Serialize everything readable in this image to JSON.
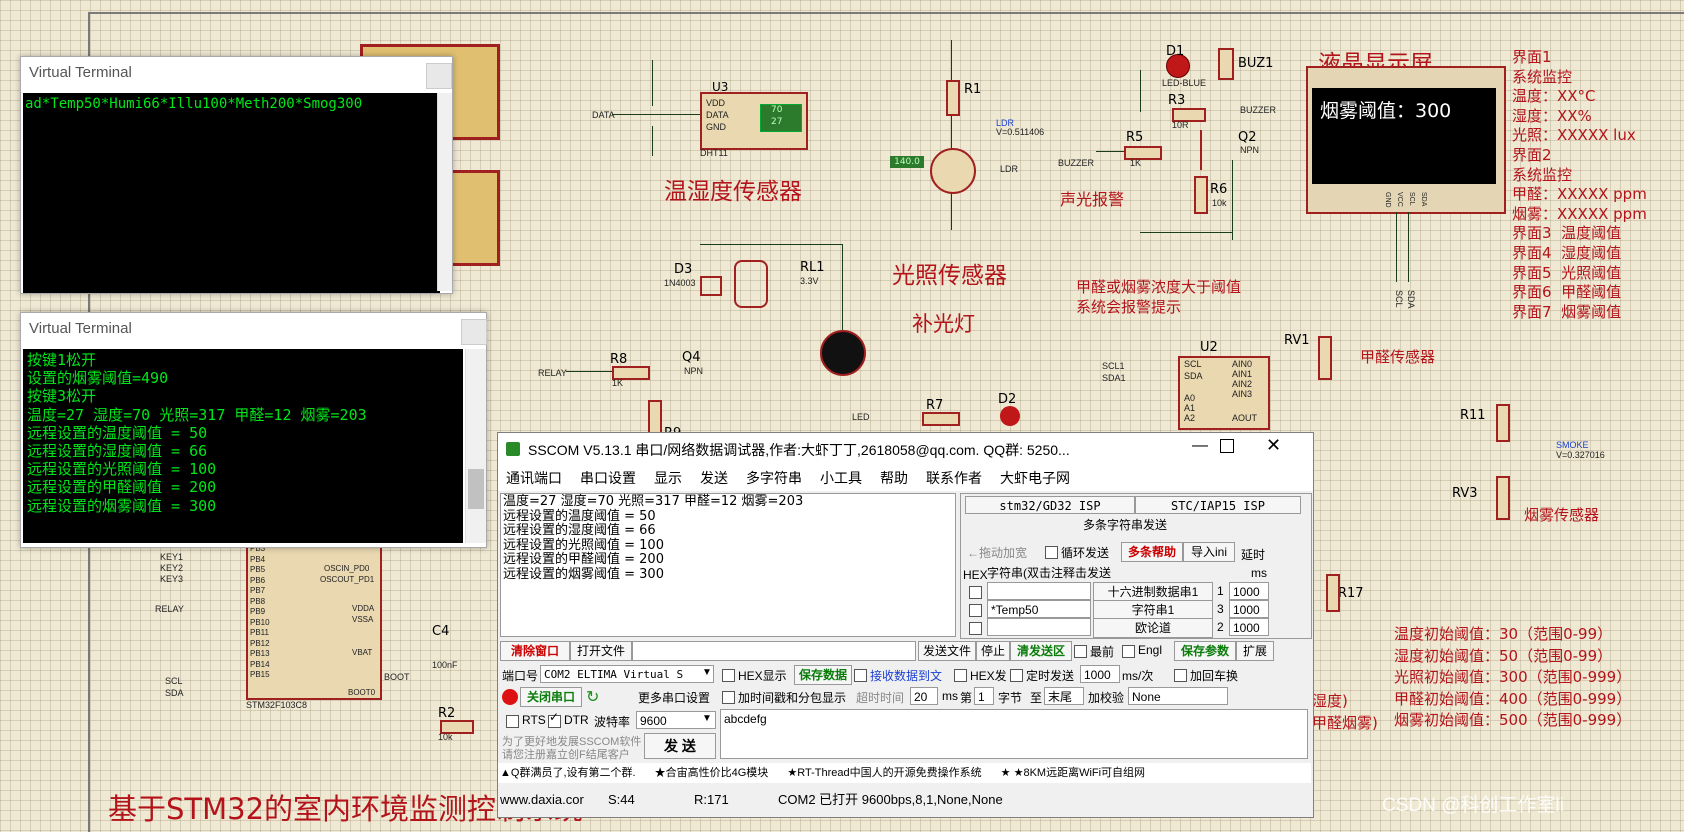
{
  "schematic": {
    "labels": {
      "temp_hum_sensor": "温湿度传感器",
      "light_sensor": "光照传感器",
      "fill_light": "补光灯",
      "lcd_title": "液晶显示屏",
      "alarm": "声光报警",
      "alarm_note_1": "甲醛或烟雾浓度大于阈值",
      "alarm_note_2": "系统会报警提示",
      "formaldehyde_sensor": "甲醛传感器",
      "smoke_sensor": "烟雾传感器",
      "bottom_title": "基于STM32的室内环境监测控制系统",
      "u3": "U3",
      "dht11": "DHT11",
      "dht_pins": [
        "VDD",
        "DATA",
        "GND"
      ],
      "data_label": "DATA",
      "dht_val_1": "70",
      "dht_val_2": "27",
      "r1": "R1",
      "ldr": "LDR",
      "ldr_v": "V=0.511406",
      "lux_val": "140.0",
      "d1": "D1",
      "led_blue": "LED-BLUE",
      "buz1": "BUZ1",
      "buzzer": "BUZZER",
      "buzzer_net": "BUZZER",
      "r3": "R3",
      "r3_val": "10R",
      "r5": "R5",
      "r5_val": "1K",
      "q2": "Q2",
      "npn": "NPN",
      "r6": "R6",
      "r6_val": "10k",
      "d3": "D3",
      "d3_part": "1N4003",
      "rl1": "RL1",
      "rl1_v": "3.3V",
      "r8": "R8",
      "r8_val": "1K",
      "relay_net": "RELAY",
      "q4": "Q4",
      "r9": "R9",
      "u2": "U2",
      "u2_pins": [
        "SCL",
        "SDA",
        "AIN0",
        "AIN1",
        "AIN2",
        "AIN3",
        "A0",
        "A1",
        "A2",
        "AOUT"
      ],
      "scl1": "SCL1",
      "sda1": "SDA1",
      "rv1": "RV1",
      "r7": "R7",
      "d2": "D2",
      "led_net": "LED",
      "r11": "R11",
      "rv3": "RV3",
      "smoke_net": "SMOKE",
      "smoke_v": "V=0.327016",
      "r17": "R17",
      "c4": "C4",
      "c4_val": "100nF",
      "r2": "R2",
      "r2_val": "10k",
      "mcu": "STM32F103C8",
      "mcu_pins_left": [
        "PB3",
        "PB4",
        "PB5",
        "PB6",
        "PB7",
        "PB8",
        "PB9",
        "PB10",
        "PB11",
        "PB12",
        "PB13",
        "PB14",
        "PB15"
      ],
      "mcu_pins_right": [
        "OSCIN_PD0",
        "OSCOUT_PD1",
        "VDDA",
        "VSSA",
        "VBAT",
        "BOOT0"
      ],
      "mcu_nets": [
        "KEY1",
        "KEY2",
        "KEY3",
        "RELAY",
        "SCL",
        "SDA"
      ],
      "boot": "BOOT",
      "lcd_pins": [
        "GND",
        "VCC",
        "SCL",
        "SDA"
      ],
      "lcd_nets": [
        "SCL",
        "SDA"
      ],
      "lcd_screen_text": "烟雾阈值：300",
      "menu_list": [
        "界面1",
        "系统监控",
        "温度：XX°C",
        "湿度：XX%",
        "光照：XXXXX lux",
        "界面2",
        "系统监控",
        "甲醛：XXXXX ppm",
        "烟雾：XXXXX ppm",
        "界面3  温度阈值",
        "界面4  湿度阈值",
        "界面5  光照阈值",
        "界面6  甲醛阈值",
        "界面7  烟雾阈值"
      ],
      "init_thresholds": [
        "温度初始阈值：30（范围0-99）",
        "湿度初始阈值：50（范围0-99）",
        "光照初始阈值：300（范围0-999）",
        "甲醛初始阈值：400（范围0-999）",
        "烟雾初始阈值：500（范围0-999）"
      ],
      "partial_1": "湿度)",
      "partial_2": "甲醛烟雾)",
      "watermark": "CSDN @科创工作室li"
    }
  },
  "vt1": {
    "title": "Virtual Terminal",
    "line": "ad*Temp50*Humi66*Illu100*Meth200*Smog300"
  },
  "vt2": {
    "title": "Virtual Terminal",
    "lines": [
      "按键1松开",
      "设置的烟雾阈值=490",
      "按键3松开",
      "温度=27 湿度=70 光照=317 甲醛=12 烟雾=203",
      "远程设置的温度阈值 = 50",
      "远程设置的湿度阈值 = 66",
      "远程设置的光照阈值 = 100",
      "远程设置的甲醛阈值 = 200",
      "远程设置的烟雾阈值 = 300"
    ]
  },
  "sscom": {
    "title": "SSCOM V5.13.1 串口/网络数据调试器,作者:大虾丁丁,2618058@qq.com. QQ群: 5250...",
    "menu": [
      "通讯端口",
      "串口设置",
      "显示",
      "发送",
      "多字符串",
      "小工具",
      "帮助",
      "联系作者",
      "大虾电子网"
    ],
    "receive_lines": [
      "温度=27 湿度=70 光照=317 甲醛=12 烟雾=203",
      "远程设置的温度阈值 = 50",
      "远程设置的湿度阈值 = 66",
      "远程设置的光照阈值 = 100",
      "远程设置的甲醛阈值 = 200",
      "远程设置的烟雾阈值 = 300"
    ],
    "tabs": [
      "stm32/GD32 ISP",
      "STC/IAP15 ISP"
    ],
    "multi_title": "多条字符串发送",
    "drag_hint": "←拖动加宽",
    "loop_send": "循环发送",
    "multi_help": "多条帮助",
    "import": "导入ini",
    "delay": "延时",
    "hex_col": "HEX",
    "str_col": "字符串(双击注释击发送",
    "ms": "ms",
    "hex_btn_1": "十六进制数据串1",
    "str_btn_1": "字符串1",
    "str_btn_3": "欧论道",
    "row_input": "*Temp50",
    "row_nums": [
      "1",
      "3",
      "2"
    ],
    "row_delays": [
      "1000",
      "1000",
      "1000"
    ],
    "clear_window": "清除窗口",
    "open_file": "打开文件",
    "send_file": "发送文件",
    "stop": "停止",
    "clear_send": "清发送区",
    "last": "最前",
    "engl": "Engl",
    "save_params": "保存参数",
    "expand": "扩展",
    "port_label": "端口号",
    "port_value": "COM2 ELTIMA Virtual S",
    "hex_show": "HEX显示",
    "save_data": "保存数据",
    "recv_to_file": "接收数据到文",
    "hex_send": "HEX发",
    "timed_send": "定时发送",
    "timed_val": "1000",
    "ms_per": "ms/次",
    "add_crlf": "加回车换",
    "more_ports": "更多串口设置",
    "close_port": "关闭串口",
    "add_timestamp": "加时间戳和分包显示",
    "timeout": "超时时间",
    "timeout_val": "20",
    "ms2": "ms",
    "nth": "第",
    "nth_val": "1",
    "bytes": "字节",
    "to": "至",
    "tail": "末尾",
    "checksum": "加校验",
    "checksum_val": "None",
    "rts": "RTS",
    "dtr": "DTR",
    "baud_label": "波特率",
    "baud_value": "9600",
    "send_text": "abcdefg",
    "send": "发 送",
    "promo_1": "为了更好地发展SSCOM软件",
    "promo_2": "请您注册嘉立创F结尾客户",
    "ticker": [
      "▲Q群满员了,设有第二个群.",
      "★合宙高性价比4G模块",
      "★RT-Thread中国人的开源免费操作系统",
      "★ ★8KM远距离WiFi可自组网"
    ],
    "status": [
      "www.daxia.cor",
      "S:44",
      "R:171",
      "COM2 已打开  9600bps,8,1,None,None"
    ]
  }
}
